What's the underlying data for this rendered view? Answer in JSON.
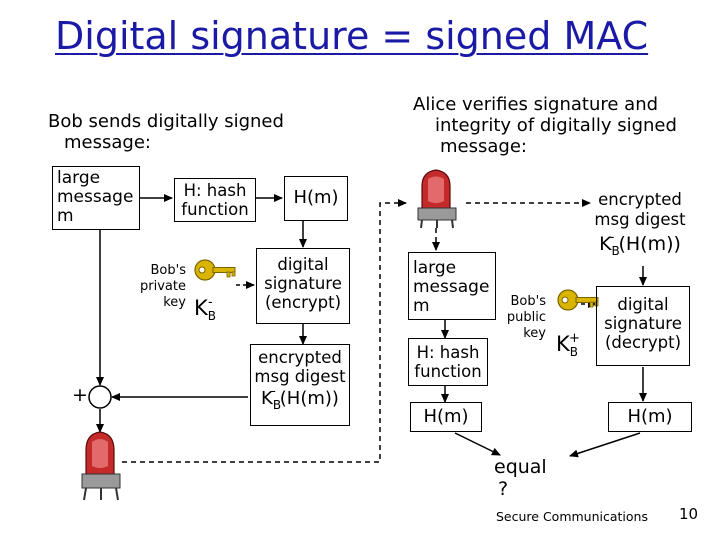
{
  "title": "Digital signature = signed MAC",
  "left": {
    "heading_line1": "Bob sends digitally signed",
    "heading_line2": "message:",
    "message_box": [
      "large",
      "message",
      "m"
    ],
    "hash_box": [
      "H: hash",
      "function"
    ],
    "hm_box": "H(m)",
    "sign_box": [
      "digital",
      "signature",
      "(encrypt)"
    ],
    "key_label": [
      "Bob's",
      "private",
      "key"
    ],
    "key_symbol": "K",
    "key_sub": "B",
    "key_sup": "-",
    "digest_box": [
      "encrypted",
      "msg digest"
    ],
    "digest_formula_k": "K",
    "digest_formula_sub": "B",
    "digest_formula_sup": "-",
    "digest_formula_rest": "(H(m))",
    "plus": "+"
  },
  "right": {
    "heading": [
      "Alice verifies signature and",
      "integrity of digitally signed",
      "message:"
    ],
    "digest_label": [
      "encrypted",
      "msg digest"
    ],
    "digest_formula_k": "K",
    "digest_formula_sub": "B",
    "digest_formula_sup": "-",
    "digest_formula_rest": "(H(m))",
    "message_box": [
      "large",
      "message",
      "m"
    ],
    "key_label": [
      "Bob's",
      "public",
      "key"
    ],
    "key_symbol": "K",
    "key_sub": "B",
    "key_sup": "+",
    "verify_box": [
      "digital",
      "signature",
      "(decrypt)"
    ],
    "hash_box": [
      "H: hash",
      "function"
    ],
    "hm_left": "H(m)",
    "hm_right": "H(m)",
    "equal": [
      "equal",
      "?"
    ]
  },
  "footer": {
    "course": "Secure Communications",
    "page": "10"
  },
  "colors": {
    "title": "#1a1aa6",
    "box_border": "#000000",
    "key": "#d9b400",
    "person": "#c42a2a"
  }
}
